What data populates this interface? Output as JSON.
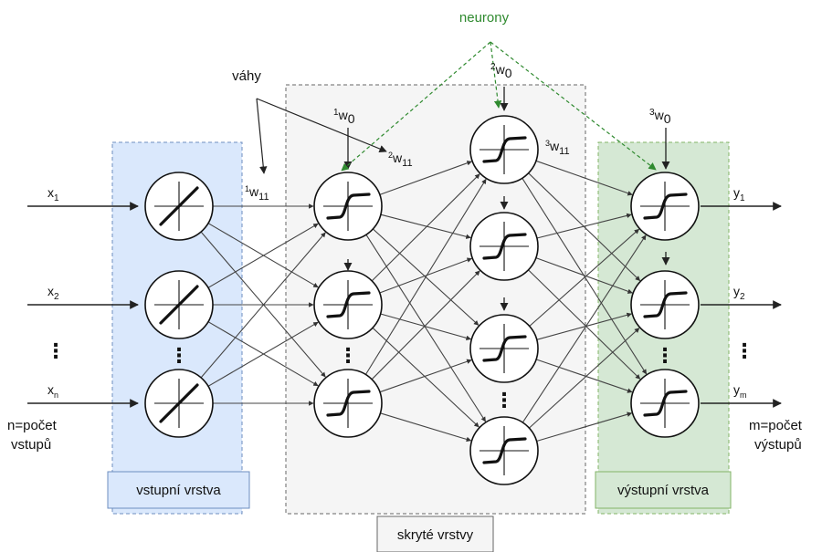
{
  "labels": {
    "neurons": "neurony",
    "weights": "váhy",
    "input_layer": "vstupní vrstva",
    "hidden_layers": "skryté vrstvy",
    "output_layer": "výstupní vrstva",
    "inputs_count_line1": "n=počet",
    "inputs_count_line2": "vstupů",
    "outputs_count_line1": "m=počet",
    "outputs_count_line2": "výstupů",
    "dots": "⋮"
  },
  "inputs": [
    {
      "base": "x",
      "sub": "1"
    },
    {
      "base": "x",
      "sub": "2"
    },
    {
      "base": "x",
      "sub": "n"
    }
  ],
  "outputs": [
    {
      "base": "y",
      "sub": "1"
    },
    {
      "base": "y",
      "sub": "2"
    },
    {
      "base": "y",
      "sub": "m"
    }
  ],
  "weights": [
    {
      "sup": "1",
      "base": "w",
      "sub": "0"
    },
    {
      "sup": "2",
      "base": "w",
      "sub": "0"
    },
    {
      "sup": "3",
      "base": "w",
      "sub": "0"
    },
    {
      "sup": "1",
      "base": "w",
      "sub": "11"
    },
    {
      "sup": "2",
      "base": "w",
      "sub": "11"
    },
    {
      "sup": "3",
      "base": "w",
      "sub": "11"
    }
  ],
  "colors": {
    "input_fill": "#dae8fc",
    "input_stroke": "#6c8ebf",
    "hidden_fill": "#f5f5f5",
    "hidden_stroke": "#666666",
    "output_fill": "#d5e8d4",
    "output_stroke": "#82b366",
    "neuron_arrows": "#2f8a2f",
    "line": "#333333"
  }
}
